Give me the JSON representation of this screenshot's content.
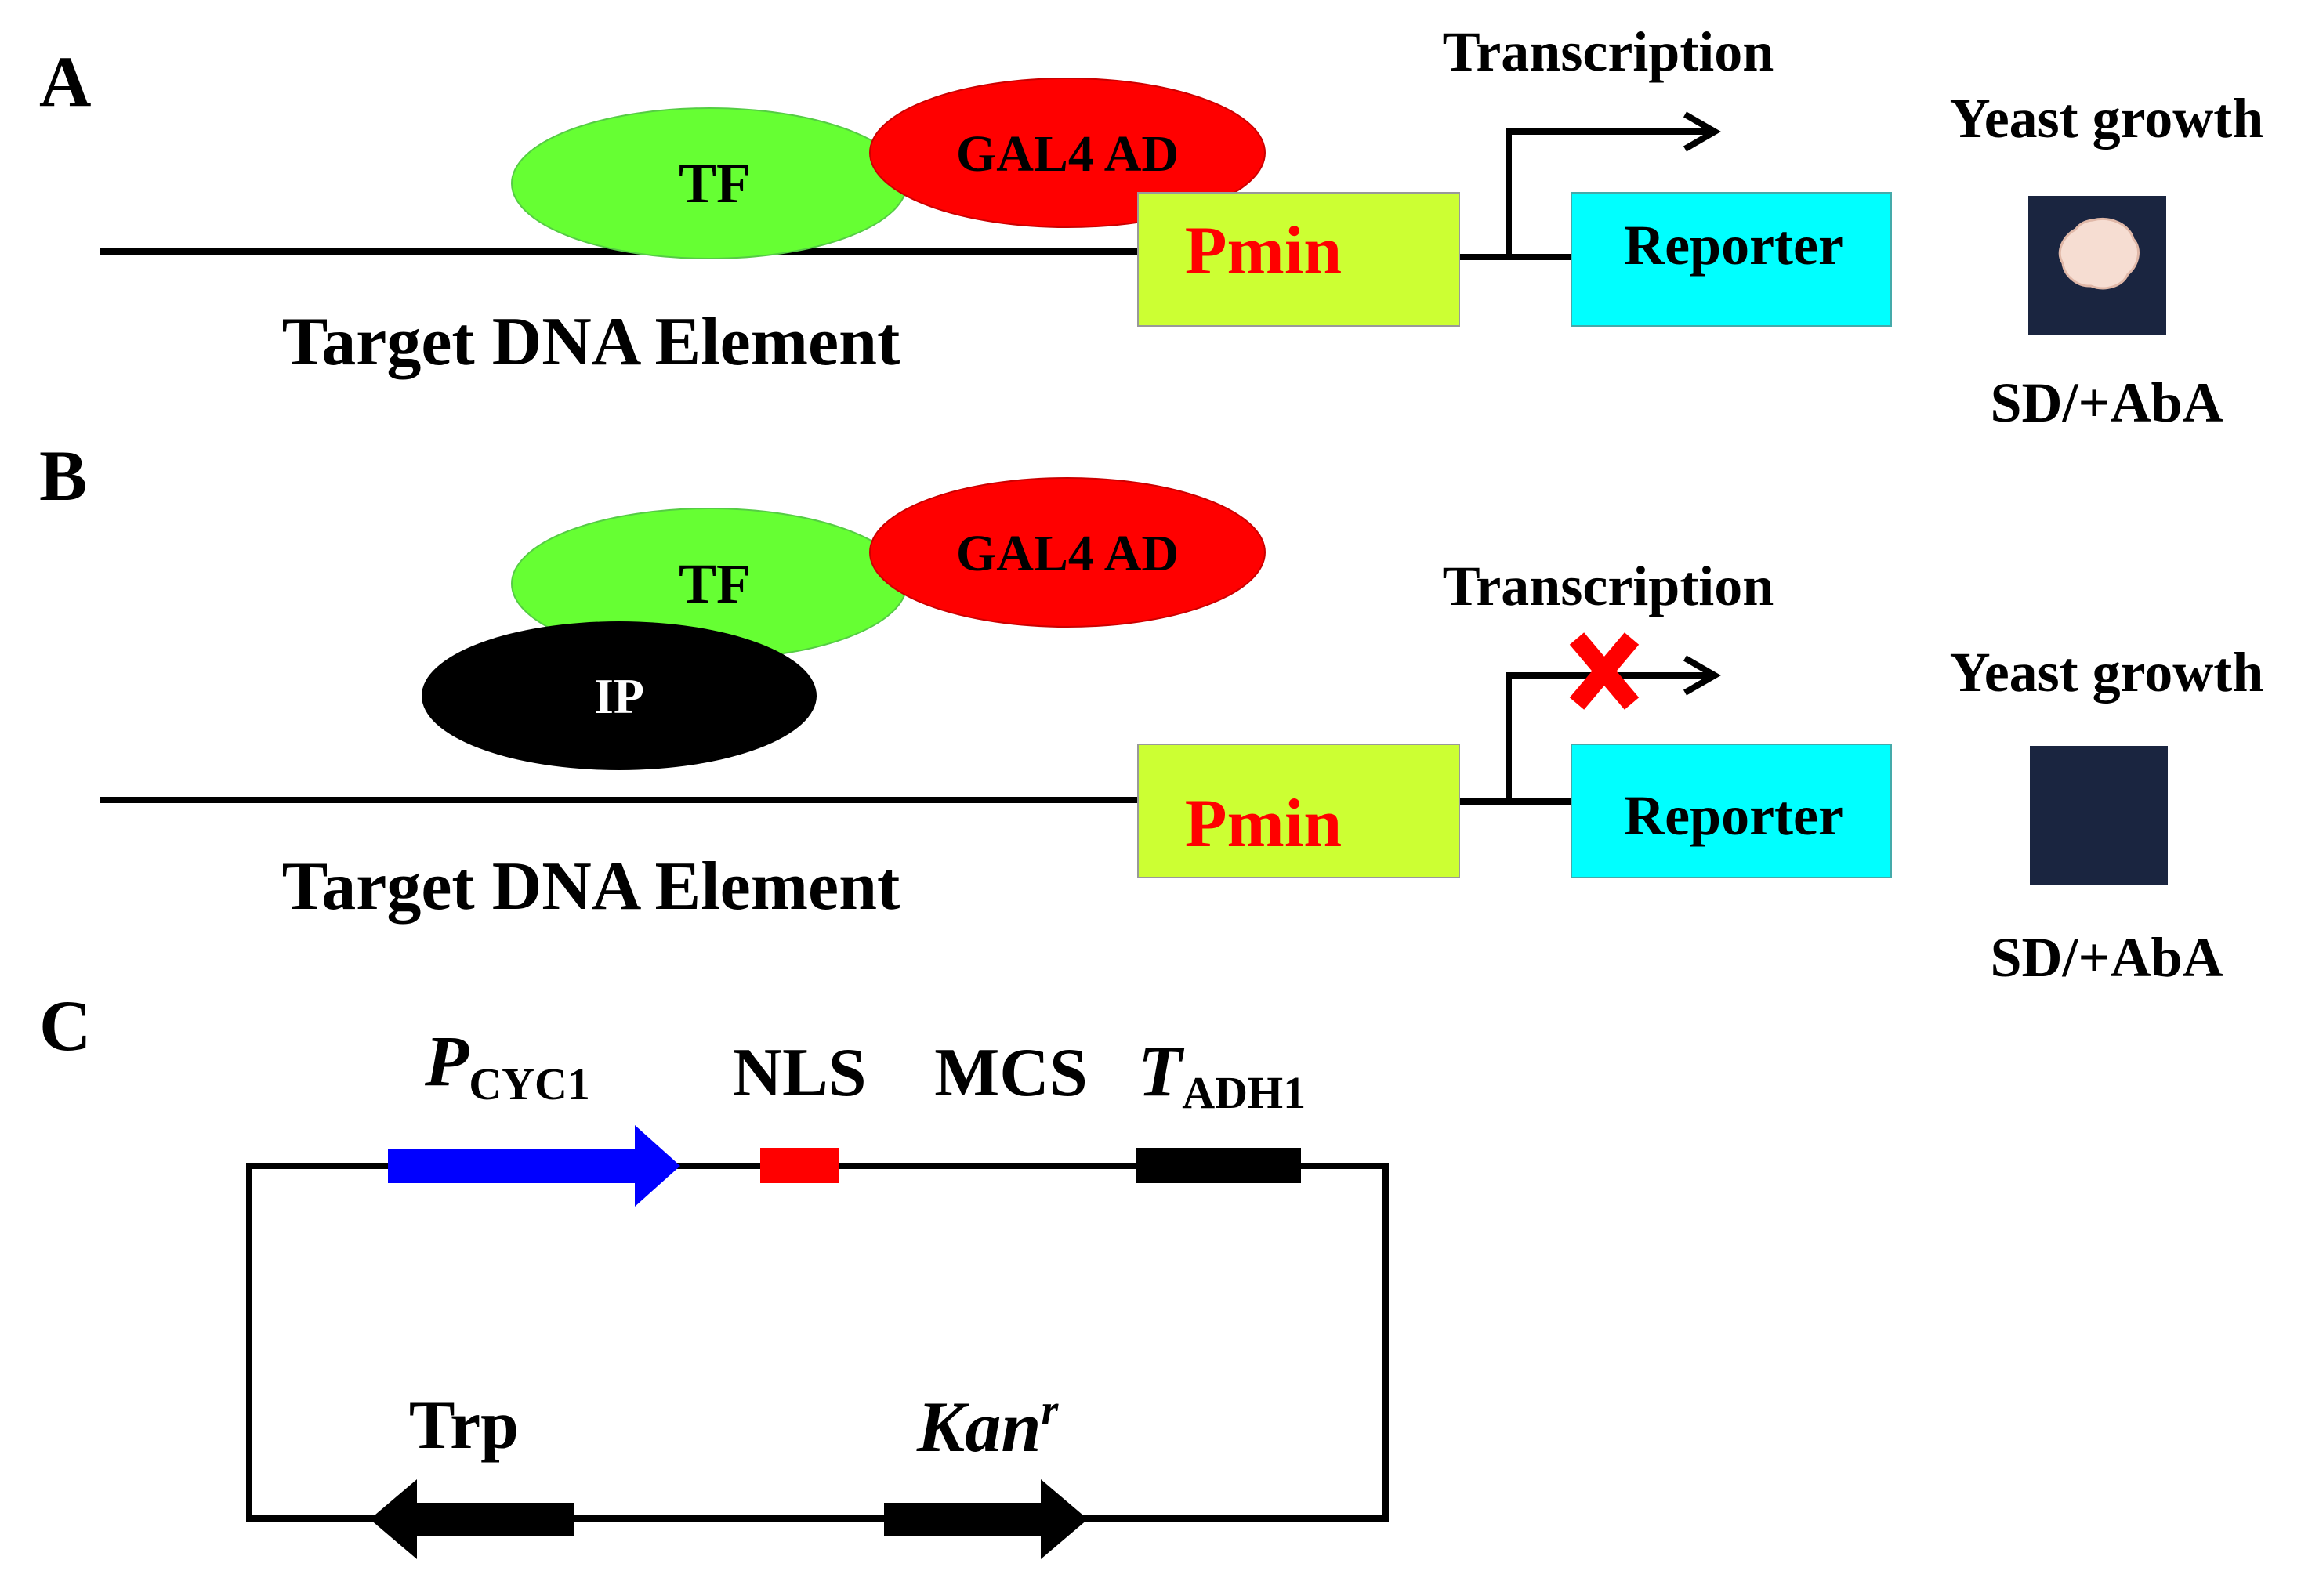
{
  "colors": {
    "tf": "#66ff33",
    "gal4": "#ff0000",
    "ip": "#000000",
    "pmin_box": "#ccff33",
    "pmin_text": "#ff0000",
    "reporter_box": "#00ffff",
    "cross": "#ff0000",
    "plate": "#1a2540",
    "colony": "#f6ddd2",
    "pcyc1_arrow": "#0000ff",
    "nls_box": "#ff0000",
    "black": "#000000"
  },
  "panel_a": {
    "letter": "A",
    "tf": "TF",
    "gal4": "GAL4 AD",
    "pmin": "Pmin",
    "reporter": "Reporter",
    "transcription": "Transcription",
    "target": "Target DNA Element",
    "yeast_growth": "Yeast growth",
    "medium": "SD/+AbA"
  },
  "panel_b": {
    "letter": "B",
    "tf": "TF",
    "gal4": "GAL4 AD",
    "ip": "IP",
    "pmin": "Pmin",
    "reporter": "Reporter",
    "transcription": "Transcription",
    "target": "Target DNA Element",
    "yeast_growth": "Yeast growth",
    "medium": "SD/+AbA"
  },
  "panel_c": {
    "letter": "C",
    "pcyc1_main": "P",
    "pcyc1_sub": "CYC1",
    "nls": "NLS",
    "mcs": "MCS",
    "tadh1_main": "T",
    "tadh1_sub": "ADH1",
    "trp": "Trp",
    "kan_main": "Kan",
    "kan_sup": "r"
  }
}
